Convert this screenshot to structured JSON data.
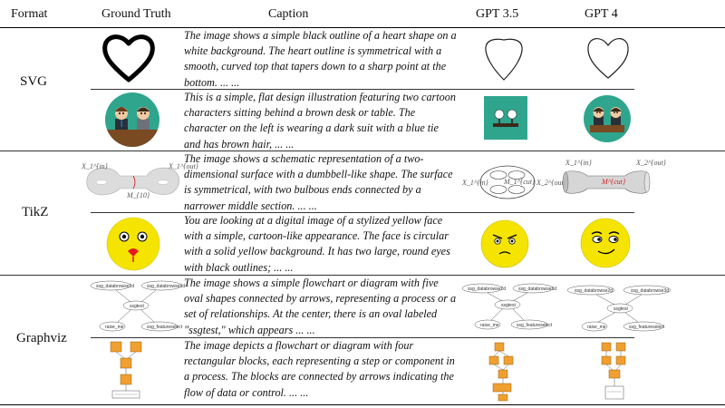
{
  "table": {
    "headers": {
      "format": "Format",
      "ground_truth": "Ground Truth",
      "caption": "Caption",
      "gpt35": "GPT 3.5",
      "gpt4": "GPT 4"
    },
    "groups": [
      {
        "format": "SVG",
        "rows": [
          {
            "ground_truth_image": "black heart outline",
            "caption": "The image shows a simple black outline of a heart shape on a white background. The heart outline is symmetrical with a smooth, curved top that tapers down to a sharp point at the bottom. ... ...",
            "gpt35_image": "rounded guitar-pick outline",
            "gpt4_image": "thin heart outline"
          },
          {
            "ground_truth_image": "two cartoon characters behind a brown desk",
            "caption": "This is a simple, flat design illustration featuring two cartoon characters sitting behind a brown desk or table. The character on the left is wearing a dark suit with a blue tie and has brown hair, ... ...",
            "gpt35_image": "teal square with two circle figures",
            "gpt4_image": "teal circle with two cartoon characters"
          }
        ]
      },
      {
        "format": "TikZ",
        "rows": [
          {
            "ground_truth_image": "dumbbell-shaped surface",
            "caption": "The image shows a schematic representation of a two-dimensional surface with a dumbbell-like shape. The surface is symmetrical, with two bulbous ends connected by a narrower middle section. ... ...",
            "gpt35_image": "ellipse with smaller ellipses",
            "gpt4_image": "grey dumbbell cylinder",
            "labels": {
              "left": "X_1^{in}",
              "right": "X_1^{out}",
              "middle": "M_{10}",
              "gpt35_left": "X_1^{in}",
              "gpt35_middle": "M_1^{cut}",
              "gpt35_right": "X_2^{out}",
              "gpt4_left": "X_1^{in}",
              "gpt4_middle": "M^{cut}",
              "gpt4_right": "X_2^{out}"
            }
          },
          {
            "ground_truth_image": "yellow cartoon face",
            "caption": "You are looking at a digital image of a stylized yellow face with a simple, cartoon-like appearance. The face is circular with a solid yellow background. It has two large, round eyes with black outlines; ... ...",
            "gpt35_image": "yellow face with frowning brows",
            "gpt4_image": "yellow face with smirk"
          }
        ]
      },
      {
        "format": "Graphviz",
        "rows": [
          {
            "ground_truth_image": "oval node graph",
            "caption": "The image shows a simple flowchart or diagram with five oval shapes connected by arrows, representing a process or a set of relationships. At the center, there is an oval labeled \"ssgtest,\" which appears ... ...",
            "gpt35_image": "oval node graph",
            "gpt4_image": "oval node graph",
            "node_labels": {
              "top_left": "ssg_databrowse2d",
              "top_right": "ssg_databrowse3d",
              "center": "ssgtest",
              "bottom_left": "raise_me",
              "bottom_right": "ssg_featureselect"
            }
          },
          {
            "ground_truth_image": "orange block flowchart",
            "caption": "The image depicts a flowchart or diagram with four rectangular blocks, each representing a step or component in a process. The blocks are connected by arrows indicating the flow of data or control. ... ...",
            "gpt35_image": "orange block flowchart",
            "gpt4_image": "orange block flowchart"
          }
        ]
      }
    ]
  },
  "colors": {
    "yellow": "#f5e400",
    "orange": "#f0a030",
    "teal": "#2fa58e",
    "brown_desk": "#7a4a22",
    "suit_dark": "#2b2f36"
  }
}
